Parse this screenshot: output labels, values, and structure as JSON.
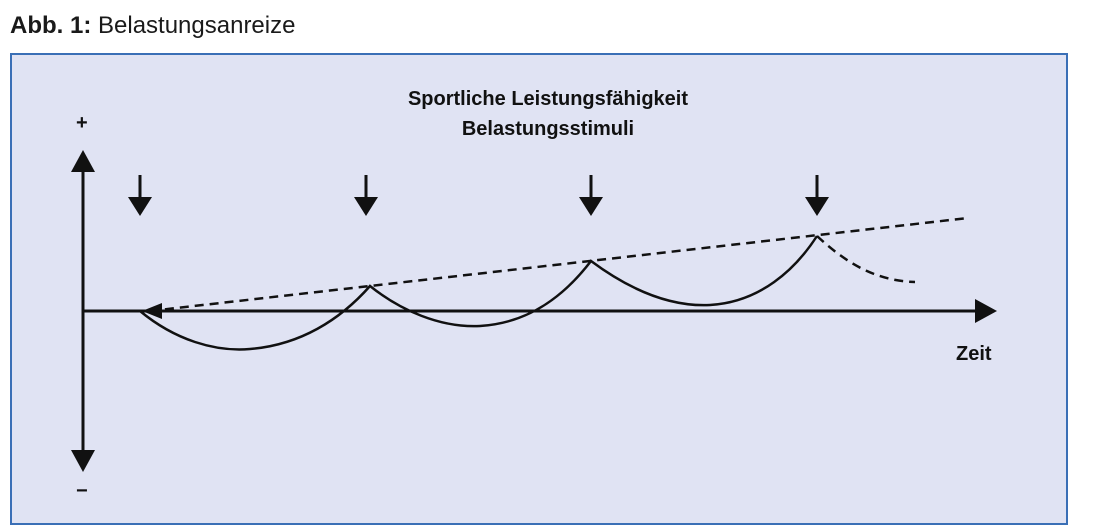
{
  "caption": {
    "prefix": "Abb. 1:",
    "title": "Belastungsanreize"
  },
  "diagram": {
    "title_line1": "Sportliche Leistungsfähigkeit",
    "title_line2": "Belastungsstimuli",
    "y_plus": "+",
    "y_minus": "−",
    "x_label": "Zeit",
    "stimuli_count": 4
  },
  "colors": {
    "panel_fill": "#e0e3f3",
    "panel_border": "#3a6fb6",
    "ink": "#111111"
  }
}
